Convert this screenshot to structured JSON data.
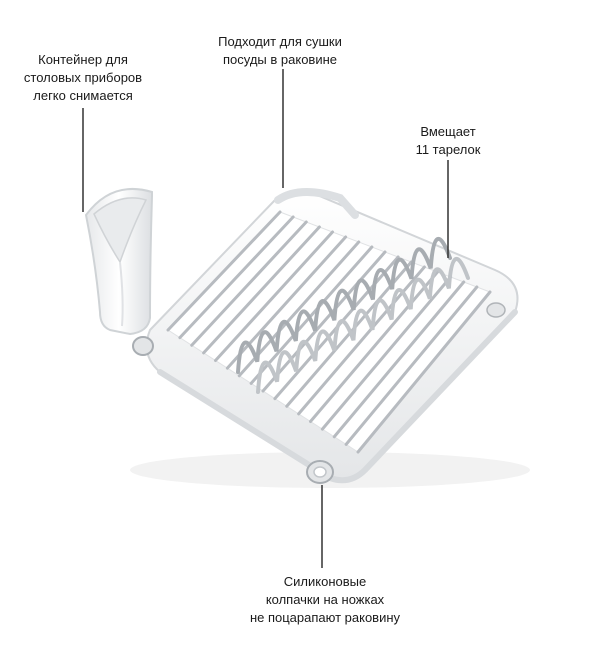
{
  "product": {
    "accent_color": "#9ea3a8",
    "body_color": "#f4f5f6"
  },
  "callouts": {
    "utensil_holder": {
      "lines": [
        "Контейнер для",
        "столовых приборов",
        "легко снимается"
      ]
    },
    "fits_sink": {
      "lines": [
        "Подходит для сушки",
        "посуды в раковине"
      ]
    },
    "plates": {
      "lines": [
        "Вмещает",
        "11 тарелок"
      ]
    },
    "feet": {
      "lines": [
        "Силиконовые",
        "колпачки на ножках",
        "не поцарапают раковину"
      ]
    }
  }
}
